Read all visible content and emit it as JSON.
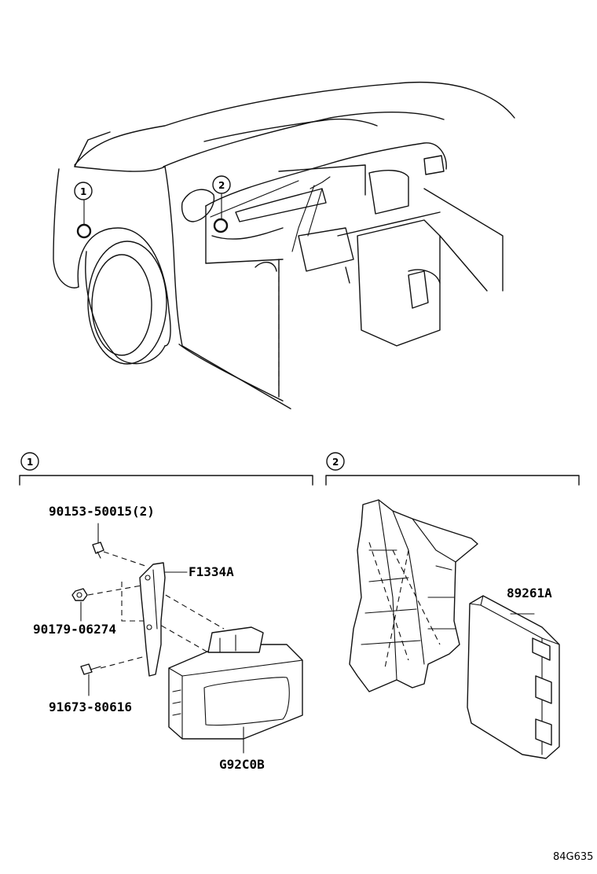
{
  "section_markers": [
    {
      "id": "1",
      "text": "1"
    },
    {
      "id": "2",
      "text": "2"
    }
  ],
  "part_labels": {
    "bolt_top": "90153-50015(2)",
    "bracket": "F1334A",
    "nut": "90179-06274",
    "bolt_bottom": "91673-80616",
    "module": "G92C0B",
    "ecu": "89261A"
  },
  "diagram_code": "84G635"
}
